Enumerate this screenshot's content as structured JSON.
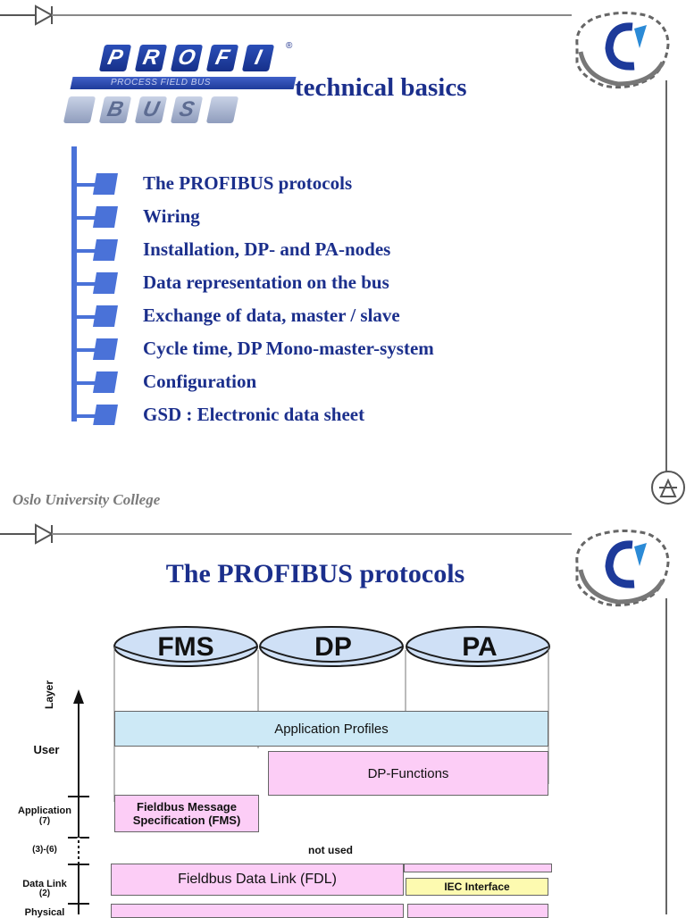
{
  "slide1": {
    "logo": {
      "letters_top": [
        "P",
        "R",
        "O",
        "F",
        "I"
      ],
      "letters_bottom": [
        "B",
        "U",
        "S"
      ],
      "bus_text": "PROCESS FIELD BUS",
      "registered": "®"
    },
    "title": "technical basics",
    "topics": [
      "The PROFIBUS protocols",
      "Wiring",
      "Installation, DP- and PA-nodes",
      "Data representation on the bus",
      "Exchange of data, master / slave",
      "Cycle time, DP Mono-master-system",
      "Configuration",
      "GSD : Electronic data sheet"
    ],
    "footer": "Oslo University College"
  },
  "slide2": {
    "title": "The PROFIBUS protocols",
    "protocols": [
      "FMS",
      "DP",
      "PA"
    ],
    "axis_label": "Layer",
    "layers": {
      "user": "User",
      "application": "Application",
      "application_num": "(7)",
      "middle": "(3)-(6)",
      "data_link": "Data Link",
      "data_link_num": "(2)",
      "physical": "Physical"
    },
    "boxes": {
      "application_profiles": "Application Profiles",
      "dp_functions": "DP-Functions",
      "fms_spec": "Fieldbus Message Specification (FMS)",
      "not_used": "not used",
      "fdl": "Fieldbus Data Link (FDL)",
      "iec_interface": "IEC Interface"
    }
  },
  "colors": {
    "title_blue": "#1b2f8c",
    "bullet_blue": "#4a72d8",
    "pink": "#fccdf6",
    "light_blue": "#cde9f6",
    "yellow": "#fdfab0"
  }
}
